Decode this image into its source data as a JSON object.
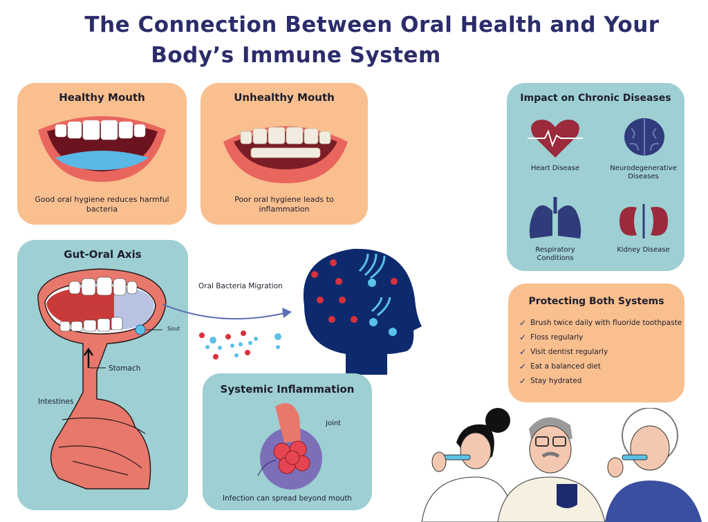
{
  "title": {
    "line1": "The Connection Between Oral Health and Your",
    "line2": "Body’s Immune System"
  },
  "healthy_mouth": {
    "heading": "Healthy Mouth",
    "caption": "Good oral hygiene reduces harmful bacteria"
  },
  "unhealthy_mouth": {
    "heading": "Unhealthy Mouth",
    "caption": "Poor oral hygiene leads to inflammation"
  },
  "chronic": {
    "heading": "Impact on Chronic Diseases",
    "items": [
      {
        "label": "Heart Disease",
        "icon": "heart-icon"
      },
      {
        "label": "Neurodegenerative Diseases",
        "icon": "brain-icon"
      },
      {
        "label": "Respiratory Conditions",
        "icon": "lungs-icon"
      },
      {
        "label": "Kidney Disease",
        "icon": "kidney-icon"
      }
    ]
  },
  "protecting": {
    "heading": "Protecting Both Systems",
    "items": [
      "Brush twice daily with fluoride toothpaste",
      "Floss regularly",
      "Visit dentist regularly",
      "Eat a balanced diet",
      "Stay hydrated"
    ]
  },
  "gut_oral": {
    "heading": "Gut-Oral Axis",
    "labels": {
      "sout": "Sout",
      "stomach": "Stomach",
      "intestines": "Intestines"
    }
  },
  "migration": {
    "label": "Oral Bacteria Migration"
  },
  "systemic": {
    "heading": "Systemic Inflammation",
    "joint": "Joint",
    "caption": "Infection can spread beyond mouth"
  },
  "colors": {
    "navy": "#2b2c6a",
    "orange": "#f9bf8f",
    "teal": "#9dcfd3",
    "head": "#0d2a6e",
    "bacteria_red": "#d8323c",
    "bacteria_blue": "#5bc2e7"
  }
}
